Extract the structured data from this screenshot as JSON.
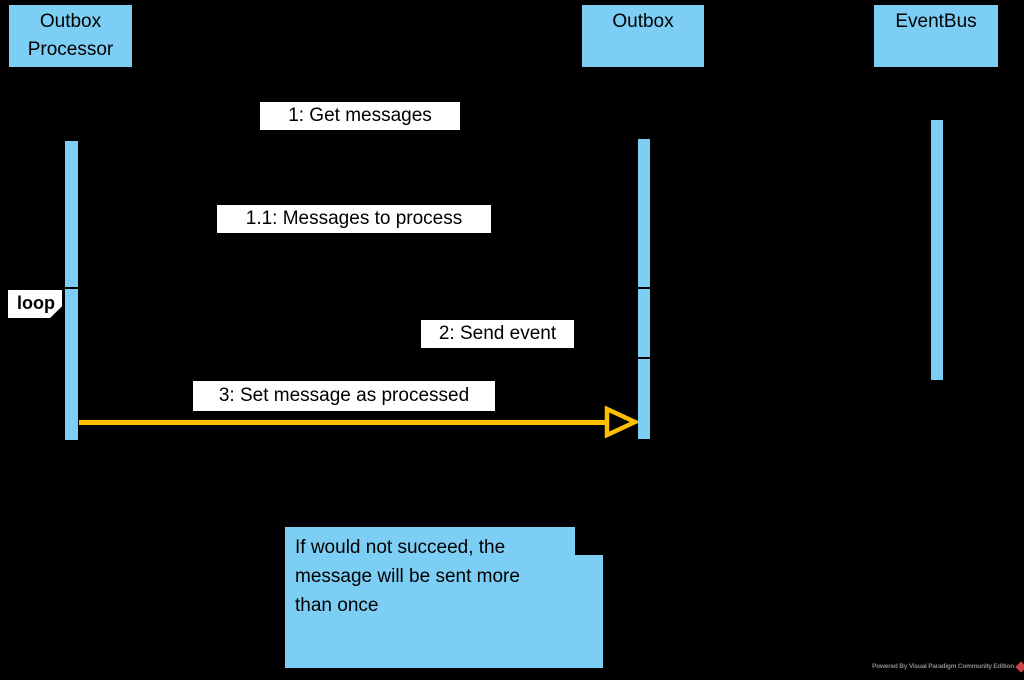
{
  "diagram": {
    "type": "uml-sequence-diagram",
    "colors": {
      "background": "#000000",
      "element_fill": "#7DCEF4",
      "element_border": "#000000",
      "label_background": "#FFFFFF",
      "highlight_arrow": "#FFBE00",
      "text": "#000000",
      "watermark_text": "#8A8A8A",
      "watermark_logo": "#CE4444"
    },
    "lifelines": [
      {
        "name": "Outbox Processor",
        "label_lines": [
          "Outbox",
          "Processor"
        ]
      },
      {
        "name": "Outbox",
        "label_lines": [
          "Outbox"
        ]
      },
      {
        "name": "EventBus",
        "label_lines": [
          "EventBus"
        ]
      }
    ],
    "messages": [
      {
        "label": "1: Get messages",
        "highlighted": false
      },
      {
        "label": "1.1: Messages to process",
        "highlighted": false
      },
      {
        "label": "2: Send event",
        "highlighted": false
      },
      {
        "label": "3: Set message as processed",
        "highlighted": true
      }
    ],
    "fragment": {
      "operator": "loop"
    },
    "note": {
      "text": "If would not succeed, the message will be sent more than once",
      "lines": [
        "If would not succeed, the",
        "message will be sent more",
        "than once"
      ]
    },
    "watermark": {
      "text": "Powered By Visual Paradigm Community Edition"
    }
  }
}
